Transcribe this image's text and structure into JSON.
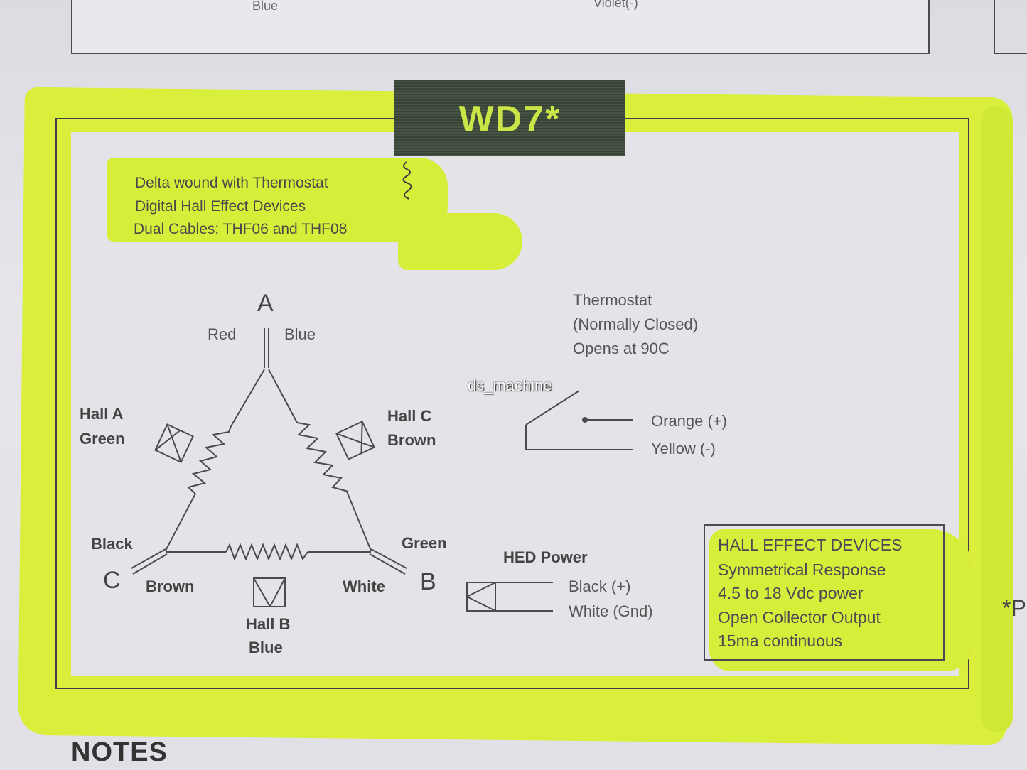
{
  "top": {
    "left_text": "Blue",
    "right_text": "Violet(-)"
  },
  "title": "WD7*",
  "description": [
    "Delta wound with Thermostat",
    "Digital Hall Effect Devices",
    "Dual Cables:  THF06 and THF08"
  ],
  "winding": {
    "node_a": "A",
    "node_b": "B",
    "node_c": "C",
    "a_left_wire": "Red",
    "a_right_wire": "Blue",
    "c_top_wire": "Black",
    "c_bottom_wire": "Brown",
    "b_top_wire": "Green",
    "b_bottom_wire": "White",
    "hall_a": [
      "Hall A",
      "Green"
    ],
    "hall_b": [
      "Hall B",
      "Blue"
    ],
    "hall_c": [
      "Hall C",
      "Brown"
    ]
  },
  "thermostat": {
    "lines": [
      "Thermostat",
      "(Normally Closed)",
      "Opens at 90C"
    ],
    "positive": "Orange (+)",
    "negative": "Yellow (-)"
  },
  "hed_power": {
    "title": "HED Power",
    "positive": "Black (+)",
    "ground": "White (Gnd)"
  },
  "hall_effect_box": {
    "lines": [
      "HALL EFFECT DEVICES",
      "Symmetrical Response",
      "4.5 to 18 Vdc power",
      "Open Collector Output",
      "15ma continuous"
    ]
  },
  "side_note": "*P",
  "notes_heading": "NOTES",
  "watermark": "ds_machine"
}
